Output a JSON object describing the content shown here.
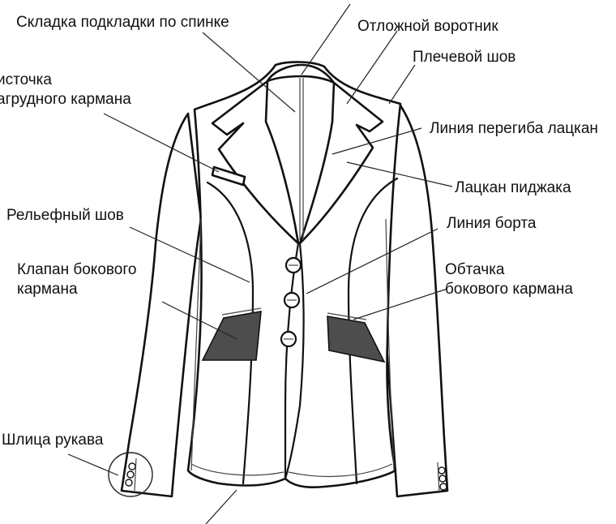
{
  "diagram": {
    "labels": {
      "back_lining_pleat": "Складка подкладки по спинке",
      "notched_collar": "Отложной воротник",
      "shoulder_seam": "Плечевой шов",
      "breast_welt_line1": "источка",
      "breast_welt_line2": "агрудного кармана",
      "lapel_roll_line": "Линия перегиба лацкан",
      "jacket_lapel": "Лацкан пиджака",
      "princess_seam": "Рельефный шов",
      "front_edge_line": "Линия борта",
      "side_pocket_flap_line1": "Клапан бокового",
      "side_pocket_flap_line2": "кармана",
      "side_pocket_facing_line1": "Обтачка",
      "side_pocket_facing_line2": "бокового кармана",
      "sleeve_vent": "Шлица рукава"
    },
    "colors": {
      "outline": "#111111",
      "pocket_fill": "#4d4d4d",
      "background": "#ffffff"
    }
  }
}
